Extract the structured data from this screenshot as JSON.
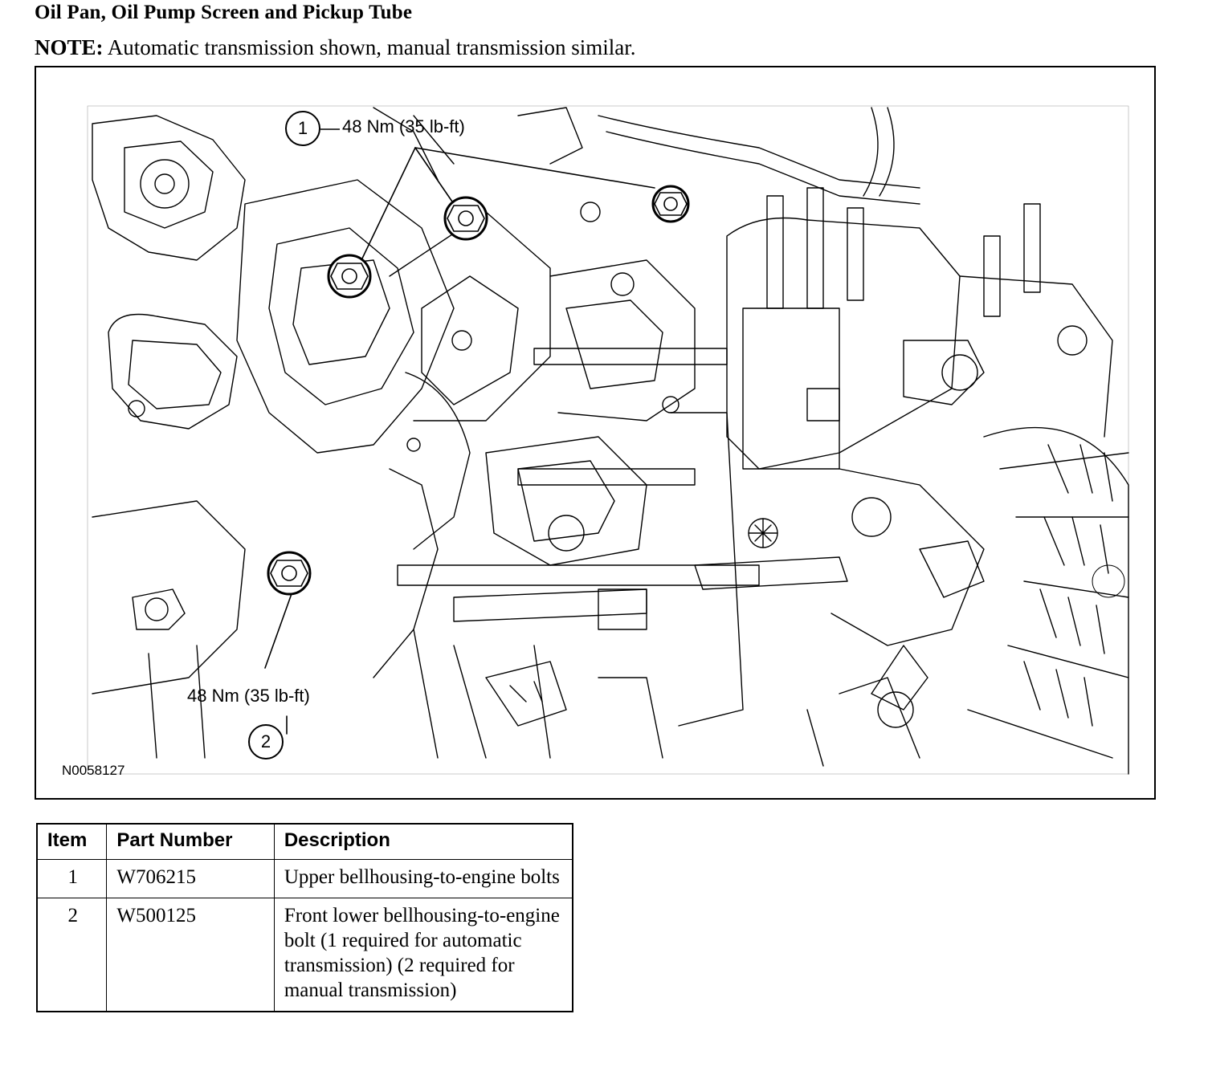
{
  "page": {
    "title": "Oil Pan, Oil Pump Screen and Pickup Tube",
    "note_label": "NOTE:",
    "note_text": " Automatic transmission shown, manual transmission similar."
  },
  "figure": {
    "callout_1": {
      "number": "1",
      "torque": "48 Nm (35 lb-ft)"
    },
    "callout_2": {
      "number": "2",
      "torque": "48 Nm (35 lb-ft)"
    },
    "figure_id": "N0058127"
  },
  "parts_table": {
    "headers": [
      "Item",
      "Part Number",
      "Description"
    ],
    "rows": [
      {
        "item": "1",
        "part_number": "W706215",
        "description": "Upper bellhousing-to-engine bolts"
      },
      {
        "item": "2",
        "part_number": "W500125",
        "description": "Front lower bellhousing-to-engine bolt (1 required for automatic transmission) (2 required for manual transmission)"
      }
    ]
  }
}
